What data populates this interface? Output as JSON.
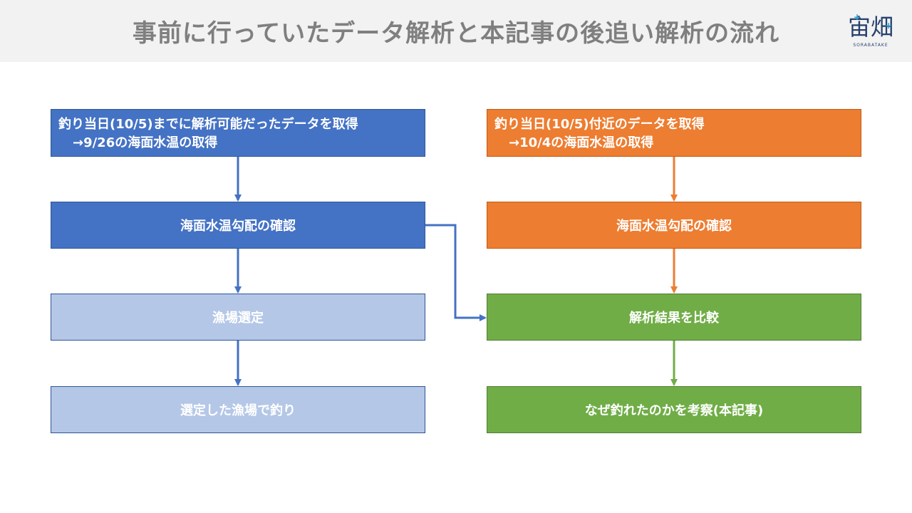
{
  "header": {
    "title": "事前に行っていたデータ解析と本記事の後追い解析の流れ",
    "logo_text": "宙畑",
    "logo_subtext": "SORABATAKE"
  },
  "left_flow": {
    "step1_line1": "釣り当日(10/5)までに解析可能だったデータを取得",
    "step1_line2": "→9/26の海面水温の取得",
    "step2": "海面水温勾配の確認",
    "step3": "漁場選定",
    "step4": "選定した漁場で釣り"
  },
  "right_flow": {
    "step1_line1": "釣り当日(10/5)付近のデータを取得",
    "step1_line2": "→10/4の海面水温の取得",
    "step2": "海面水温勾配の確認",
    "step3": "解析結果を比較",
    "step4": "なぜ釣れたのかを考察(本記事)"
  },
  "colors": {
    "blue": "#4472c4",
    "light_blue": "#b4c7e7",
    "orange": "#ed7d31",
    "green": "#70ad47"
  }
}
